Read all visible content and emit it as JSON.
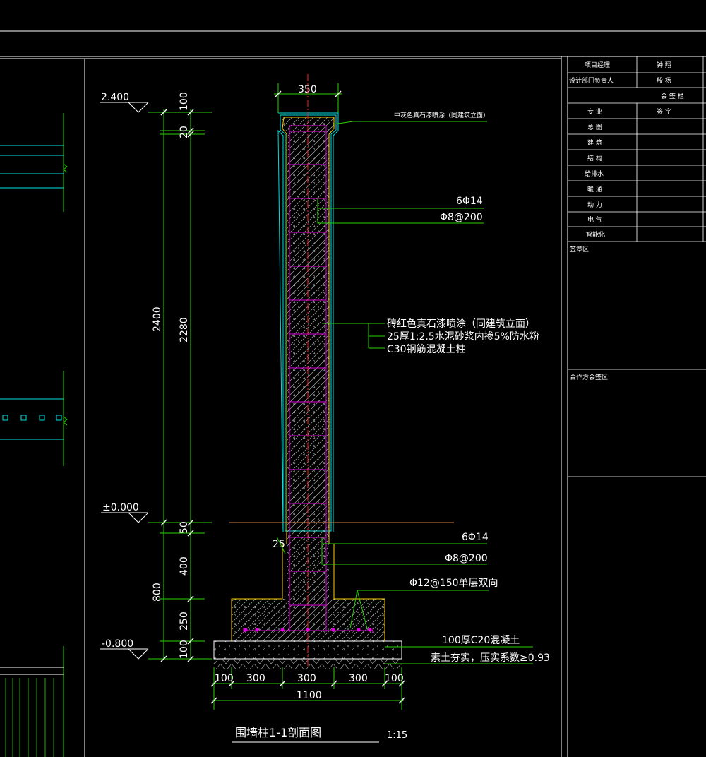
{
  "colors": {
    "background": "#000000",
    "frame": "#ffffff",
    "dimension": "#27d400",
    "finish": "#00e0e0",
    "rebar": "#e000e0",
    "centerline": "#ff2020",
    "concrete": "#ffd000",
    "grade": "#d08040"
  },
  "drawing": {
    "title": "围墙柱1-1剖面图",
    "scale": "1:15",
    "elevations": {
      "top": "2.400",
      "ground": "±0.000",
      "bottom": "-0.800"
    },
    "vertical_dims": {
      "overall_top": "2400",
      "overall_bottom": "800",
      "d100": "100",
      "d20": "20",
      "d2280": "2280",
      "d50": "50",
      "d400": "400",
      "d250": "250",
      "d100b": "100"
    },
    "top_width": "350",
    "offset_25": "25",
    "bottom_dims": [
      "100",
      "300",
      "300",
      "300",
      "100"
    ],
    "total_width": "1100",
    "notes": {
      "cap_finish": "中灰色真石漆喷涂（同建筑立面）",
      "main_bars_upper": "6Φ14",
      "stirrups_upper": "Φ8@200",
      "finish_1": "砖红色真石漆喷涂（同建筑立面）",
      "finish_2": "25厚1:2.5水泥砂浆内掺5%防水粉",
      "finish_3": "C30钢筋混凝土柱",
      "main_bars_lower": "6Φ14",
      "stirrups_lower": "Φ8@200",
      "footing_bars": "Φ12@150单层双向",
      "bedding": "100厚C20混凝土",
      "soil": "素土夯实，压实系数≥0.93"
    }
  },
  "title_block": {
    "rows": [
      {
        "label": "项目经理",
        "value": "钟 翔"
      },
      {
        "label": "设计部门负责人",
        "value": "殷 杨"
      }
    ],
    "countersign_header": "会  签  栏",
    "discipline_header": {
      "label": "专  业",
      "value": "签  字"
    },
    "disciplines": [
      "总 图",
      "建 筑",
      "结 构",
      "给排水",
      "暖 通",
      "动 力",
      "电 气",
      "智能化"
    ],
    "seal_area": "签章区",
    "partner_seal_area": "合作方会签区"
  }
}
